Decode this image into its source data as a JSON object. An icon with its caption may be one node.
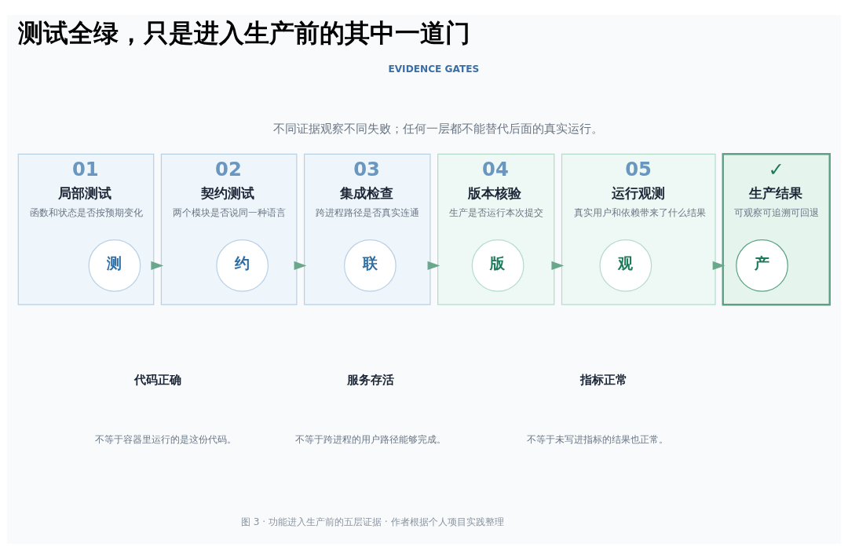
{
  "diagram": {
    "title": "测试全绿，只是进入生产前的其中一道门",
    "caption": "图 3 · 功能进入生产前的五层证据 · 作者根据个人项目实践整理",
    "nodes": [
      {
        "text": [
          "01",
          "局部测试",
          "函数和状态是否按预期变化"
        ]
      },
      {
        "text": [
          "测"
        ],
        "in": 0
      },
      {
        "text": [
          "02",
          "契约测试",
          "两个模块是否说同一种语言"
        ]
      },
      {
        "text": [
          "约"
        ],
        "in": 2
      },
      {
        "text": [
          "03",
          "集成检查",
          "跨进程路径是否真实连通"
        ]
      },
      {
        "text": [
          "联"
        ],
        "in": 4
      },
      {
        "text": [
          "04",
          "版本核验",
          "生产是否运行本次提交"
        ]
      },
      {
        "text": [
          "版"
        ],
        "in": 6
      },
      {
        "text": [
          "05",
          "运行观测",
          "真实用户和依赖带来了什么结果"
        ]
      },
      {
        "text": [
          "观"
        ],
        "in": 8
      },
      {
        "text": [
          "✓",
          "生产结果",
          "可观察可追溯可回退"
        ]
      },
      {
        "text": [
          "产"
        ],
        "in": 10
      }
    ],
    "edges": [
      {
        "from": 0,
        "to": 2,
        "arrow": "to"
      },
      {
        "from": 2,
        "to": 4,
        "arrow": "to"
      },
      {
        "from": 4,
        "to": 6,
        "arrow": "to"
      },
      {
        "from": 6,
        "to": 8,
        "arrow": "to"
      },
      {
        "from": 8,
        "to": 10,
        "arrow": "to"
      }
    ],
    "labels": [
      "EVIDENCE GATES",
      "不同证据观察不同失败；任何一层都不能替代后面的真实运行。",
      "代码正确",
      "不等于容器里运行的是这份代码。",
      "服务存活",
      "不等于跨进程的用户路径能够完成。",
      "指标正常",
      "不等于未写进指标的结果也正常。"
    ]
  }
}
